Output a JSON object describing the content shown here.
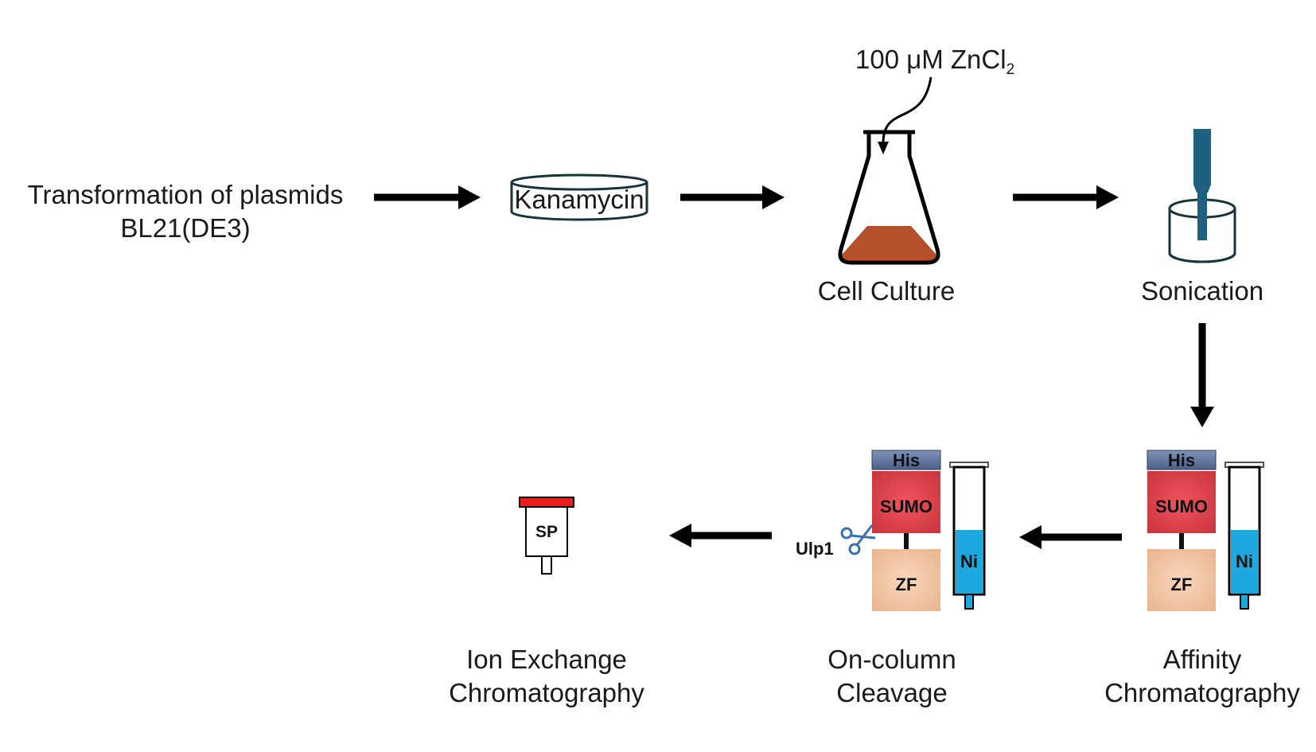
{
  "steps": {
    "transformation": {
      "line1": "Transformation of plasmids",
      "line2": "BL21(DE3)"
    },
    "plate": {
      "label": "Kanamycin"
    },
    "zinc": {
      "label": "100 μM ZnCl",
      "subscript": "2"
    },
    "culture": {
      "label": "Cell Culture"
    },
    "sonication": {
      "label": "Sonication"
    },
    "affinity": {
      "line1": "Affinity",
      "line2": "Chromatography"
    },
    "cleavage": {
      "line1": "On-column",
      "line2": "Cleavage",
      "enzyme": "Ulp1"
    },
    "ion_exchange": {
      "line1": "Ion Exchange",
      "line2": "Chromatography",
      "column": "SP"
    }
  },
  "construct": {
    "his": "His",
    "sumo": "SUMO",
    "zf": "ZF",
    "resin": "Ni"
  },
  "colors": {
    "his": "#5b6f95",
    "sumo": "#e0454e",
    "zf": "#f4c9a6",
    "ni": "#1ea8e0",
    "culture": "#b5502a",
    "sp_cap": "#ee1c1c",
    "probe": "#1f5f7f",
    "arrow": "#000000"
  }
}
